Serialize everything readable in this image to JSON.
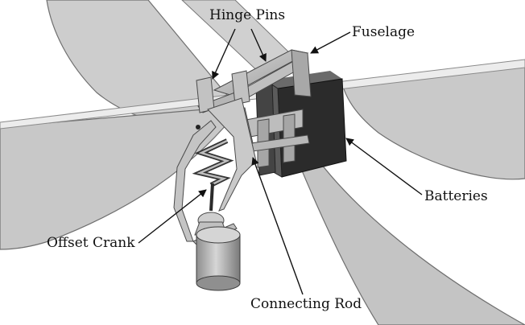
{
  "labels": {
    "hinge_pins": "Hinge Pins",
    "fuselage": "Fuselage",
    "batteries": "Batteries",
    "offset_crank": "Offset Crank",
    "connecting_rod": "Connecting Rod"
  },
  "colors": {
    "wing_fill": "#c9c9c9",
    "wing_edge": "#707070",
    "spar": "#e9e9e9",
    "frame": "#b5b5b5",
    "frame_edge": "#4a4a4a",
    "battery": "#2b2b2b",
    "battery_side": "#5b5b5b",
    "motor": "#a9a9a9",
    "leader": "#111111"
  }
}
